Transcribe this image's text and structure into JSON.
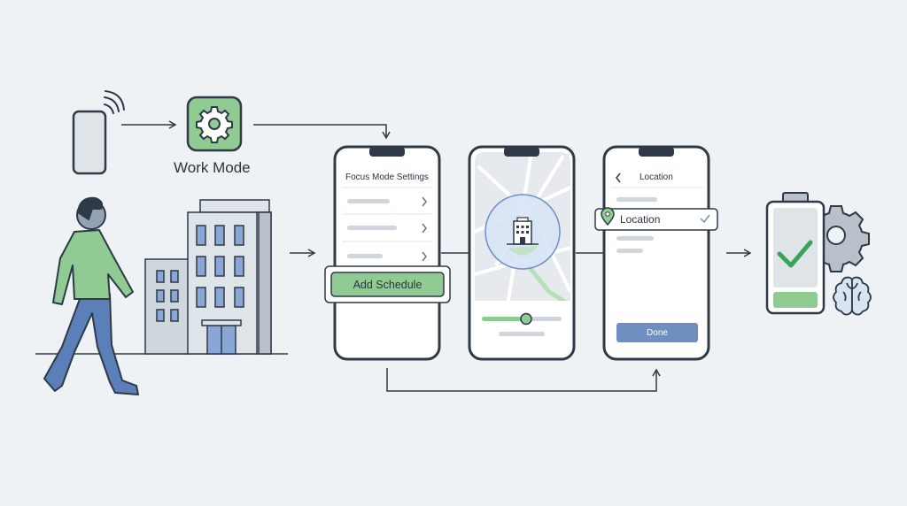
{
  "labels": {
    "work_mode": "Work Mode",
    "focus_settings_title": "Focus Mode Settings",
    "add_schedule": "Add Schedule",
    "location_title": "Location",
    "location_option": "Location",
    "done": "Done"
  },
  "slider": {
    "fill_fraction": 0.5
  },
  "colors": {
    "background": "#eef2f5",
    "stroke": "#2f3947",
    "accent_green": "#8fcb93",
    "accent_blue": "#6f8fc0",
    "map_circle": "#d6e4f4",
    "person_shirt": "#8fcb93",
    "person_pants": "#5b7fb8"
  },
  "icons": [
    "phone-icon",
    "wifi-signal-icon",
    "gear-icon",
    "building-icon",
    "map-pin-icon",
    "checkmark-icon",
    "battery-icon",
    "brain-icon",
    "chevron-right-icon",
    "chevron-left-icon"
  ]
}
